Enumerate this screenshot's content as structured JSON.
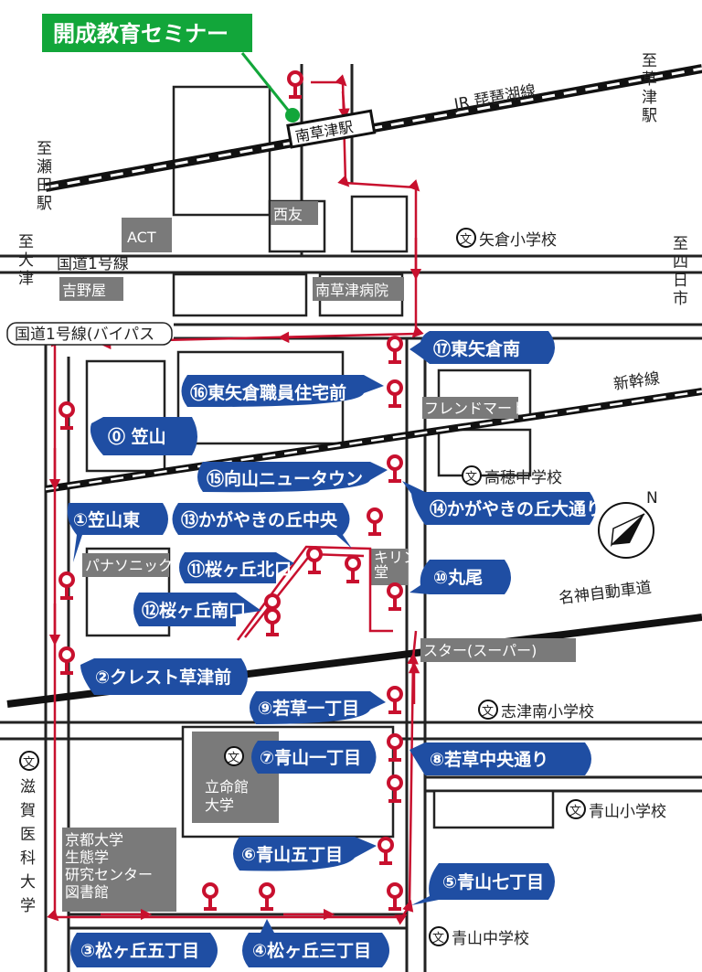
{
  "title": "開成教育セミナー",
  "railways": {
    "jr": "JR 琵琶湖線",
    "shinkansen": "新幹線",
    "meishin": "名神自動車道"
  },
  "station": "南草津駅",
  "directions": {
    "kusatsu": "至草津駅",
    "seta": "至瀬田駅",
    "otsu": "至大津",
    "yokkaichi": "至四日市"
  },
  "roads": {
    "route1": "国道1号線",
    "bypass": "国道1号線(バイパス"
  },
  "places": {
    "act": "ACT",
    "seiyu": "西友",
    "yoshinoya": "吉野屋",
    "hospital": "南草津病院",
    "familymart": "フレンドマート",
    "panasonic": "パナソニック",
    "kirindo": "キリン堂",
    "star": "スター(スーパー)",
    "ritsumeikan": "立命館大学",
    "kyoto_univ": "京都大学生態学研究センター図書館"
  },
  "schools": {
    "yakura": "矢倉小学校",
    "takaho": "高穂中学校",
    "shizu": "志津南小学校",
    "aoyama_e": "青山小学校",
    "aoyama_j": "青山中学校",
    "shiga_med": "滋賀医科大学",
    "school_mark": "文"
  },
  "stops": [
    {
      "id": 0,
      "label": "⓪ 笠山"
    },
    {
      "id": 1,
      "label": "①笠山東"
    },
    {
      "id": 2,
      "label": "②クレスト草津前"
    },
    {
      "id": 3,
      "label": "③松ヶ丘五丁目"
    },
    {
      "id": 4,
      "label": "④松ヶ丘三丁目"
    },
    {
      "id": 5,
      "label": "⑤青山七丁目"
    },
    {
      "id": 6,
      "label": "⑥青山五丁目"
    },
    {
      "id": 7,
      "label": "⑦青山一丁目"
    },
    {
      "id": 8,
      "label": "⑧若草中央通り"
    },
    {
      "id": 9,
      "label": "⑨若草一丁目"
    },
    {
      "id": 10,
      "label": "⑩丸尾"
    },
    {
      "id": 11,
      "label": "⑪桜ヶ丘北口"
    },
    {
      "id": 12,
      "label": "⑫桜ヶ丘南口"
    },
    {
      "id": 13,
      "label": "⑬かがやきの丘中央"
    },
    {
      "id": 14,
      "label": "⑭かがやきの丘大通り"
    },
    {
      "id": 15,
      "label": "⑮向山ニュータウン"
    },
    {
      "id": 16,
      "label": "⑯東矢倉職員住宅前"
    },
    {
      "id": 17,
      "label": "⑰東矢倉南"
    }
  ],
  "compass": "N",
  "colors": {
    "stop_fill": "#1f4ea3",
    "route": "#c8102e",
    "title_bg": "#12a63a",
    "building": "#7a7a7a"
  }
}
